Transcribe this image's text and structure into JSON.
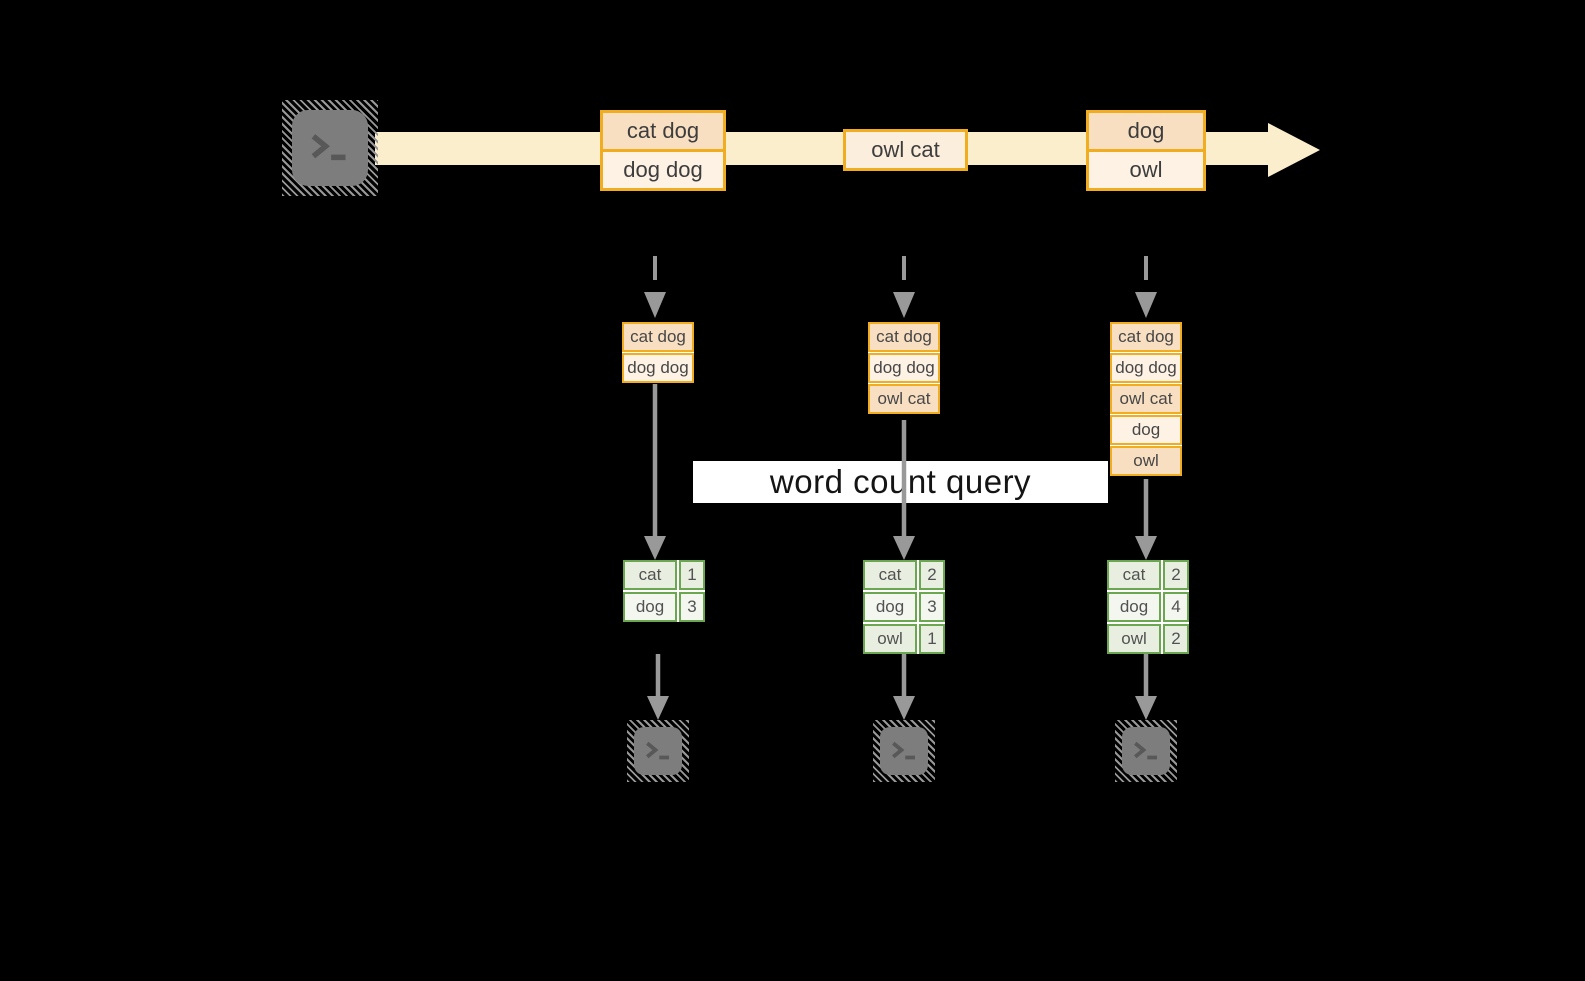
{
  "banner": {
    "label": "word count query"
  },
  "stream": {
    "source_icon": "terminal-icon",
    "groups": [
      {
        "rows": [
          "cat dog",
          "dog dog"
        ]
      },
      {
        "rows": [
          "owl cat"
        ]
      },
      {
        "rows": [
          "dog",
          "owl"
        ]
      }
    ]
  },
  "columns": [
    {
      "buffer": [
        "cat dog",
        "dog dog"
      ],
      "counts": [
        {
          "word": "cat",
          "count": "1"
        },
        {
          "word": "dog",
          "count": "3"
        }
      ],
      "output_icon": "terminal-icon"
    },
    {
      "buffer": [
        "cat dog",
        "dog dog",
        "owl cat"
      ],
      "counts": [
        {
          "word": "cat",
          "count": "2"
        },
        {
          "word": "dog",
          "count": "3"
        },
        {
          "word": "owl",
          "count": "1"
        }
      ],
      "output_icon": "terminal-icon"
    },
    {
      "buffer": [
        "cat dog",
        "dog dog",
        "owl cat",
        "dog",
        "owl"
      ],
      "counts": [
        {
          "word": "cat",
          "count": "2"
        },
        {
          "word": "dog",
          "count": "4"
        },
        {
          "word": "owl",
          "count": "2"
        }
      ],
      "output_icon": "terminal-icon"
    }
  ],
  "colors": {
    "background": "#000000",
    "record_border": "#f0ad1f",
    "record_fill_dark": "#f8dfc2",
    "record_fill_light": "#fdf2e4",
    "stream_band": "#fbeecd",
    "table_border": "#6ba750",
    "table_fill_dark": "#e8efe0",
    "table_fill_light": "#f3f7f0",
    "arrow": "#999999",
    "terminal": "#7d7d7d",
    "banner_bg": "#ffffff"
  }
}
